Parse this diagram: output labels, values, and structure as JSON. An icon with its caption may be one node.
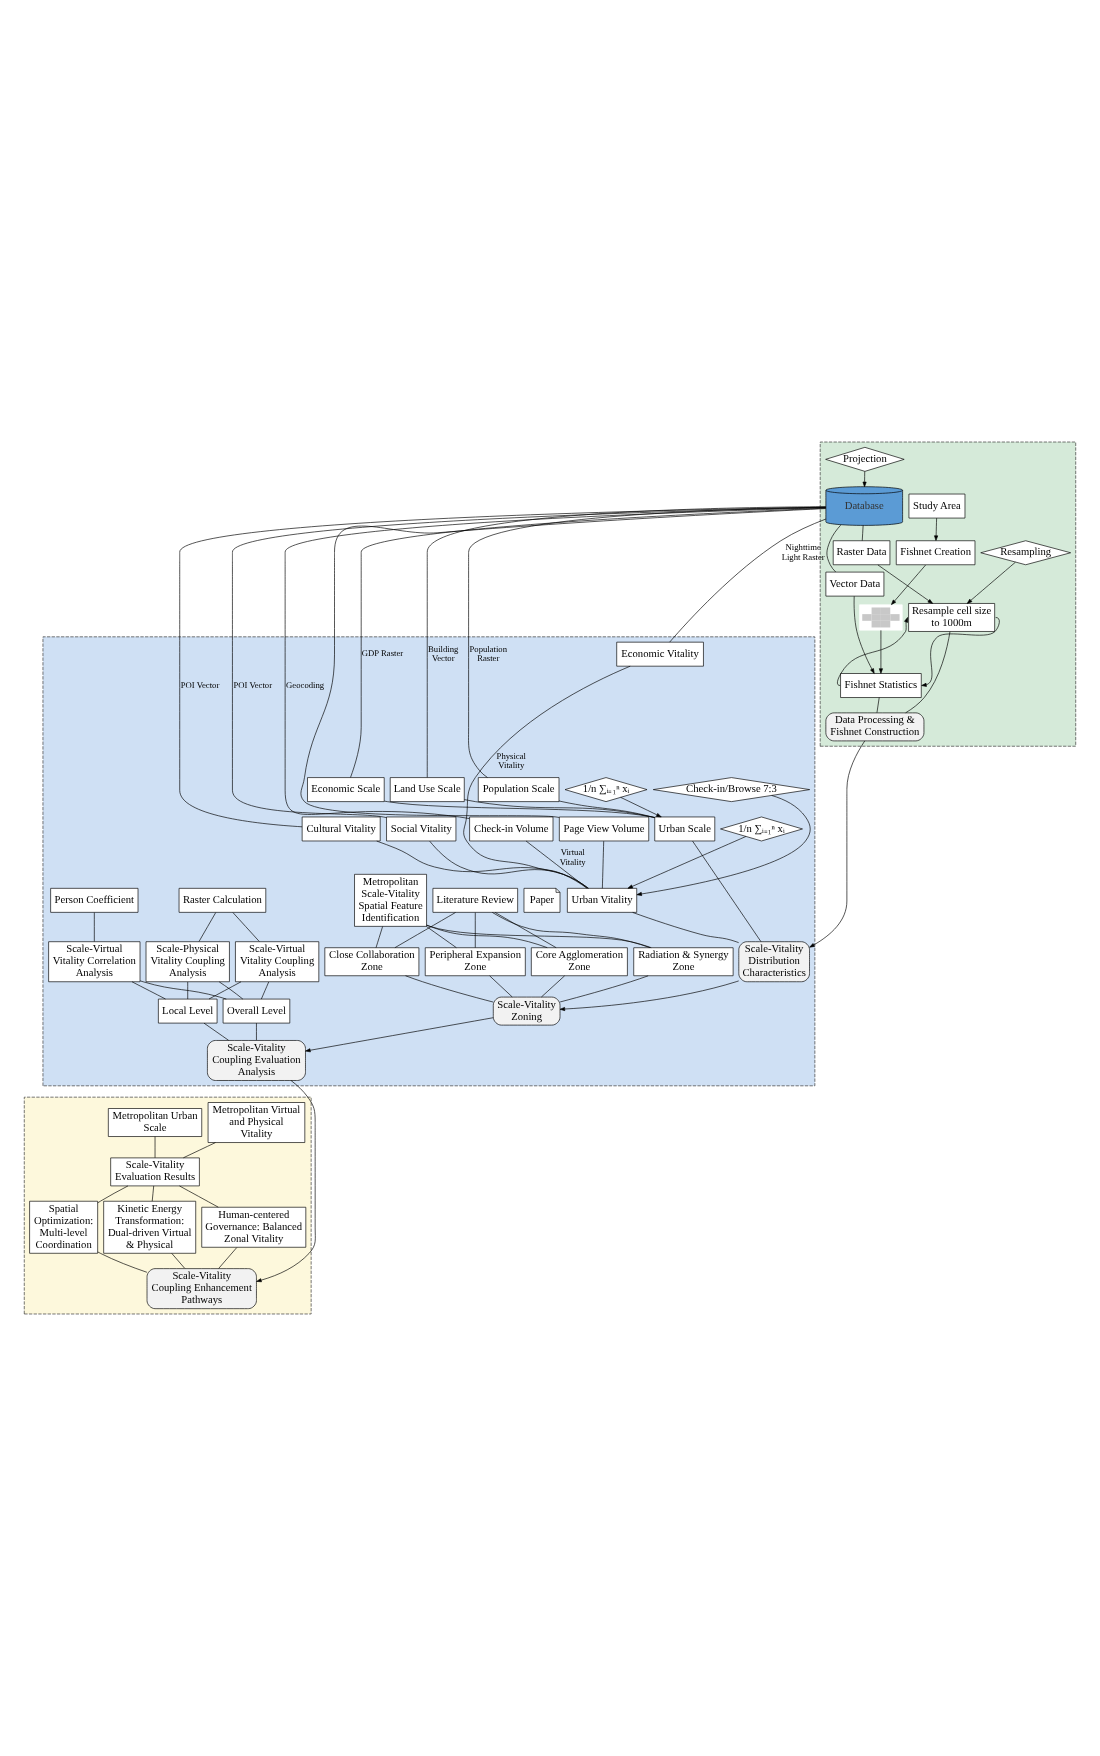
{
  "diagram": {
    "nodes": [
      {
        "text": [],
        "shape": "band"
      },
      {
        "text": [
          "Projection"
        ],
        "in": 0
      },
      {
        "text": [
          "Resampling"
        ],
        "in": 0
      },
      {
        "text": [
          "Database"
        ],
        "in": 0
      },
      {
        "text": [
          "Raster Data"
        ],
        "in": 0
      },
      {
        "text": [
          "Vector Data"
        ],
        "in": 0
      },
      {
        "text": [
          "Resample cell size to 1000m"
        ],
        "in": 0
      },
      {
        "text": [
          "Fishnet Statistics"
        ],
        "in": 0
      },
      {
        "text": [
          "Data Processing & Fishnet Construction"
        ],
        "in": 0
      },
      {
        "text": [
          "Study Area"
        ],
        "in": 0
      },
      {
        "text": [
          "Fishnet Creation"
        ],
        "in": 0
      },
      {
        "text": [],
        "shape": "picture",
        "in": 0
      },
      {
        "text": [],
        "shape": "band"
      },
      {
        "text": [
          "Population Scale"
        ],
        "in": 12
      },
      {
        "text": [
          "Land Use Scale"
        ],
        "in": 12
      },
      {
        "text": [
          "Economic Scale"
        ],
        "in": 12
      },
      {
        "text": [
          "1/n ∑ᵢ₌₁ⁿ xᵢ"
        ],
        "in": 12
      },
      {
        "text": [
          "Urban Scale"
        ],
        "in": 12
      },
      {
        "text": [
          "Scale-Vitality Distribution Characteristics"
        ],
        "in": 12
      },
      {
        "text": [
          "Check-in/Browse 7:3"
        ],
        "in": 12
      },
      {
        "text": [
          "Check-in Volume"
        ],
        "in": 12
      },
      {
        "text": [
          "Page View Volume"
        ],
        "in": 12
      },
      {
        "text": [
          "Urban Vitality"
        ],
        "in": 12
      },
      {
        "text": [
          "Social Vitality"
        ],
        "in": 12
      },
      {
        "text": [
          "Economic Vitality"
        ],
        "in": 12
      },
      {
        "text": [
          "Cultural Vitality"
        ],
        "in": 12
      },
      {
        "text": [
          "1/n ∑ᵢ₌₁ⁿ xᵢ"
        ],
        "in": 12
      },
      {
        "text": [
          "Metropolitan Scale-Vitality Spatial Feature Identification"
        ],
        "in": 12
      },
      {
        "text": [
          "Paper"
        ],
        "in": 12
      },
      {
        "text": [
          "Literature Review"
        ],
        "in": 12
      },
      {
        "text": [
          "Core Agglomeration Zone"
        ],
        "in": 12
      },
      {
        "text": [
          "Close Collaboration Zone"
        ],
        "in": 12
      },
      {
        "text": [
          "Radiation & Synergy Zone"
        ],
        "in": 12
      },
      {
        "text": [
          "Peripheral Expansion Zone"
        ],
        "in": 12
      },
      {
        "text": [
          "Scale-Vitality Zoning"
        ],
        "in": 12
      },
      {
        "text": [
          "Person Coefficient"
        ],
        "in": 12
      },
      {
        "text": [
          "Scale-Virtual Vitality Correlation Analysis"
        ],
        "in": 12
      },
      {
        "text": [
          "Raster Calculation"
        ],
        "in": 12
      },
      {
        "text": [
          "Scale-Virtual Vitality Coupling Analysis"
        ],
        "in": 12
      },
      {
        "text": [
          "Scale-Physical Vitality Coupling Analysis"
        ],
        "in": 12
      },
      {
        "text": [
          "Overall Level"
        ],
        "in": 12
      },
      {
        "text": [
          "Local Level"
        ],
        "in": 12
      },
      {
        "text": [
          "Scale-Vitality Coupling Evaluation Analysis"
        ],
        "in": 12
      },
      {
        "text": [],
        "shape": "band"
      },
      {
        "text": [
          "Metropolitan Urban Scale"
        ],
        "in": 43
      },
      {
        "text": [
          "Metropolitan Virtual and Physical Vitality"
        ],
        "in": 43
      },
      {
        "text": [
          "Scale-Vitality Evaluation Results"
        ],
        "in": 43
      },
      {
        "text": [
          "Spatial Optimization: Multi-level Coordination"
        ],
        "in": 43
      },
      {
        "text": [
          "Kinetic Energy Transformation: Dual-driven Virtual & Physical"
        ],
        "in": 43
      },
      {
        "text": [
          "Human-centered Governance: Balanced Zonal Vitality"
        ],
        "in": 43
      },
      {
        "text": [
          "Scale-Vitality Coupling Enhancement Pathways"
        ],
        "in": 43
      }
    ],
    "edges": [
      {
        "from": 1,
        "to": 3,
        "arrow": "to"
      },
      {
        "from": 3,
        "to": 4,
        "arrow": "none"
      },
      {
        "from": 3,
        "to": 5,
        "arrow": "none"
      },
      {
        "from": 2,
        "to": 6,
        "arrow": "to"
      },
      {
        "from": 4,
        "to": 6,
        "arrow": "to"
      },
      {
        "from": 5,
        "to": 7,
        "arrow": "to"
      },
      {
        "from": 7,
        "to": 6,
        "arrow": "to"
      },
      {
        "from": 6,
        "to": 7,
        "arrow": "to"
      },
      {
        "from": 9,
        "to": 10,
        "arrow": "to"
      },
      {
        "from": 10,
        "to": 11,
        "arrow": "to"
      },
      {
        "from": 11,
        "to": 7,
        "arrow": "to"
      },
      {
        "from": 6,
        "to": 8,
        "arrow": "none"
      },
      {
        "from": 7,
        "to": 8,
        "arrow": "none"
      },
      {
        "from": 8,
        "to": 18,
        "arrow": "to"
      },
      {
        "from": 3,
        "to": 13,
        "label": "Population Raster",
        "arrow": "none"
      },
      {
        "from": 3,
        "to": 14,
        "label": "Building Vector",
        "arrow": "none"
      },
      {
        "from": 3,
        "to": 15,
        "label": "GDP Raster",
        "arrow": "none"
      },
      {
        "from": 3,
        "to": 20,
        "label": "Geocoding",
        "arrow": "none"
      },
      {
        "from": 3,
        "to": 21,
        "arrow": "none"
      },
      {
        "from": 3,
        "to": 23,
        "label": "POI Vector",
        "arrow": "none"
      },
      {
        "from": 3,
        "to": 24,
        "label": "Nighttime Light Raster",
        "arrow": "none"
      },
      {
        "from": 3,
        "to": 25,
        "label": "POI Vector",
        "arrow": "none"
      },
      {
        "from": 13,
        "to": 17,
        "arrow": "none"
      },
      {
        "from": 14,
        "to": 17,
        "arrow": "none"
      },
      {
        "from": 15,
        "to": 17,
        "arrow": "none"
      },
      {
        "from": 16,
        "to": 17,
        "arrow": "to"
      },
      {
        "from": 20,
        "to": 22,
        "label": "Virtual Vitality",
        "arrow": "none"
      },
      {
        "from": 21,
        "to": 22,
        "arrow": "none"
      },
      {
        "from": 19,
        "to": 22,
        "arrow": "to"
      },
      {
        "from": 23,
        "to": 22,
        "arrow": "none"
      },
      {
        "from": 24,
        "to": 22,
        "label": "Physical Vitality",
        "arrow": "none"
      },
      {
        "from": 25,
        "to": 22,
        "arrow": "none"
      },
      {
        "from": 26,
        "to": 22,
        "arrow": "to"
      },
      {
        "from": 17,
        "to": 18,
        "arrow": "none"
      },
      {
        "from": 22,
        "to": 18,
        "arrow": "none"
      },
      {
        "from": 18,
        "to": 34,
        "arrow": "to"
      },
      {
        "from": 27,
        "to": 30,
        "arrow": "none"
      },
      {
        "from": 27,
        "to": 31,
        "arrow": "none"
      },
      {
        "from": 27,
        "to": 32,
        "arrow": "none"
      },
      {
        "from": 27,
        "to": 33,
        "arrow": "none"
      },
      {
        "from": 29,
        "to": 30,
        "arrow": "none"
      },
      {
        "from": 29,
        "to": 31,
        "arrow": "none"
      },
      {
        "from": 29,
        "to": 32,
        "arrow": "none"
      },
      {
        "from": 29,
        "to": 33,
        "arrow": "none"
      },
      {
        "from": 30,
        "to": 34,
        "arrow": "none"
      },
      {
        "from": 31,
        "to": 34,
        "arrow": "none"
      },
      {
        "from": 32,
        "to": 34,
        "arrow": "none"
      },
      {
        "from": 33,
        "to": 34,
        "arrow": "none"
      },
      {
        "from": 34,
        "to": 42,
        "arrow": "to"
      },
      {
        "from": 35,
        "to": 36,
        "arrow": "none"
      },
      {
        "from": 37,
        "to": 38,
        "arrow": "none"
      },
      {
        "from": 37,
        "to": 39,
        "arrow": "none"
      },
      {
        "from": 36,
        "to": 40,
        "arrow": "none"
      },
      {
        "from": 36,
        "to": 41,
        "arrow": "none"
      },
      {
        "from": 38,
        "to": 40,
        "arrow": "none"
      },
      {
        "from": 38,
        "to": 41,
        "arrow": "none"
      },
      {
        "from": 39,
        "to": 40,
        "arrow": "none"
      },
      {
        "from": 39,
        "to": 41,
        "arrow": "none"
      },
      {
        "from": 40,
        "to": 42,
        "arrow": "none"
      },
      {
        "from": 41,
        "to": 42,
        "arrow": "none"
      },
      {
        "from": 42,
        "to": 50,
        "arrow": "to"
      },
      {
        "from": 44,
        "to": 46,
        "arrow": "none"
      },
      {
        "from": 45,
        "to": 46,
        "arrow": "none"
      },
      {
        "from": 46,
        "to": 47,
        "arrow": "none"
      },
      {
        "from": 46,
        "to": 48,
        "arrow": "none"
      },
      {
        "from": 46,
        "to": 49,
        "arrow": "none"
      },
      {
        "from": 47,
        "to": 50,
        "arrow": "none"
      },
      {
        "from": 48,
        "to": 50,
        "arrow": "none"
      },
      {
        "from": 49,
        "to": 50,
        "arrow": "none"
      }
    ]
  }
}
